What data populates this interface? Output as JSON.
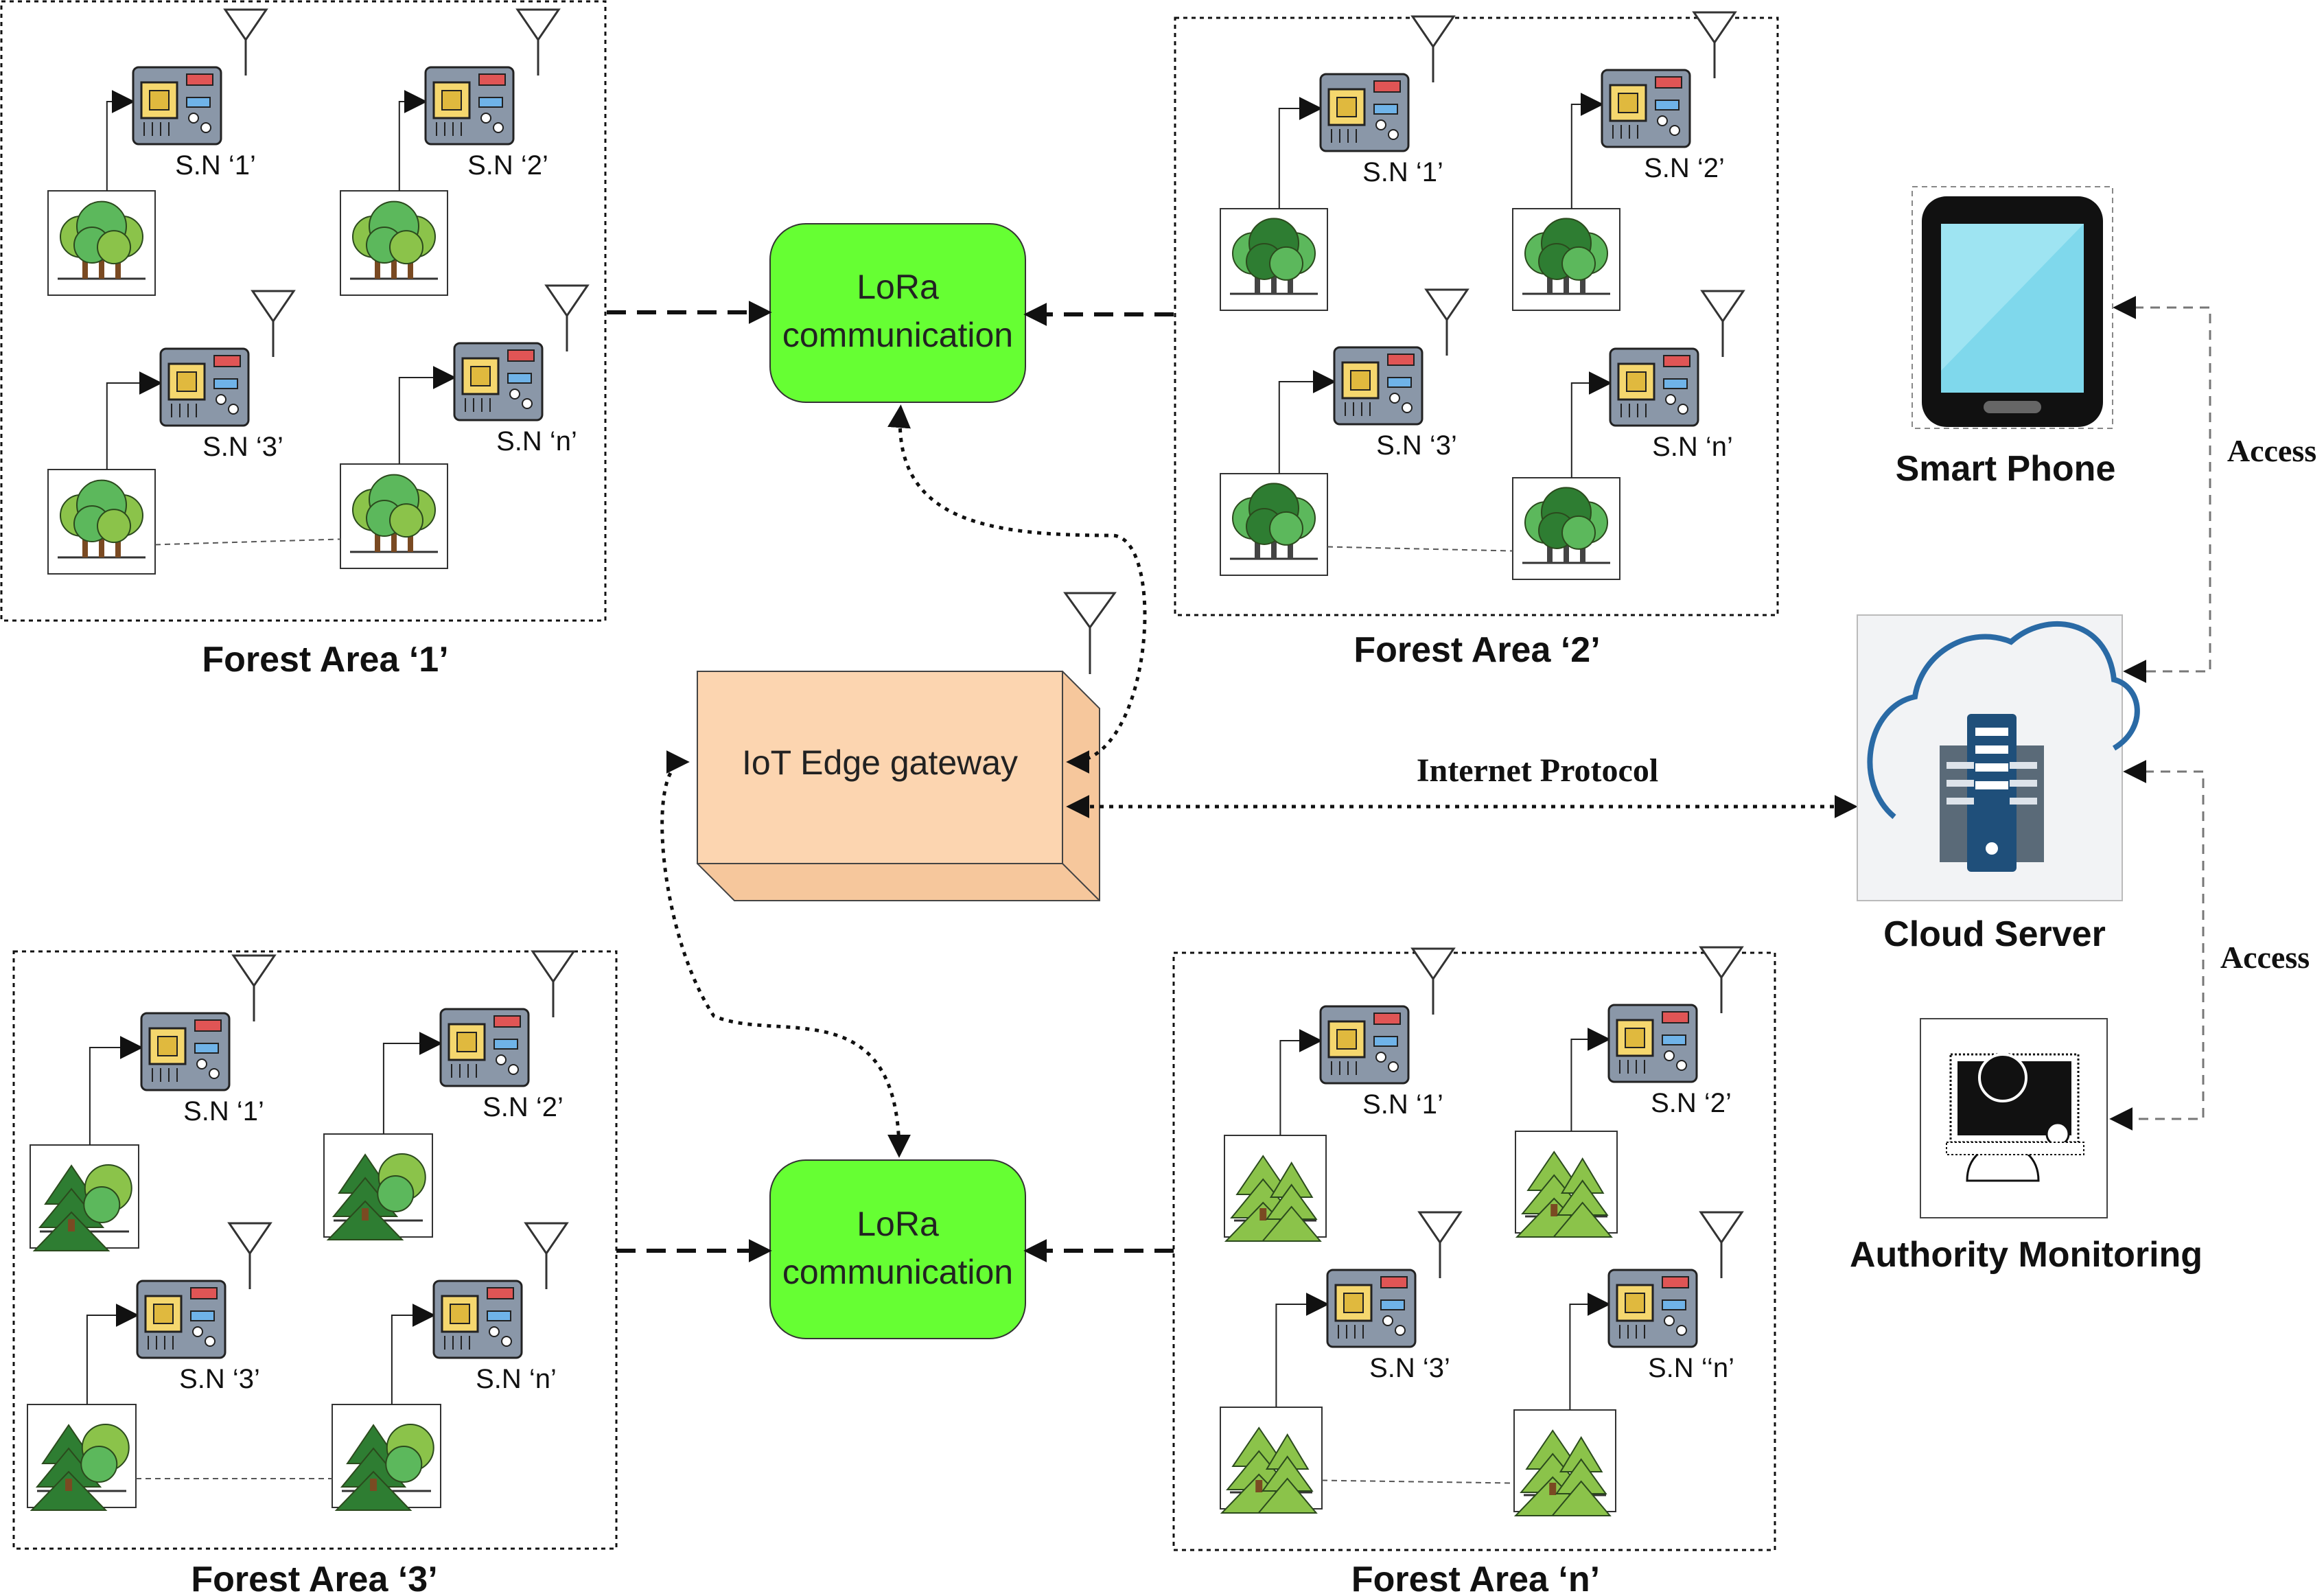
{
  "forest_areas": [
    {
      "label": "Forest Area ‘1’",
      "tree_kind": "deciduous",
      "nodes": [
        "S.N ‘1’",
        "S.N ‘2’",
        "S.N ‘3’",
        "S.N ‘n’"
      ]
    },
    {
      "label": "Forest Area ‘2’",
      "tree_kind": "deciduous-thin",
      "nodes": [
        "S.N ‘1’",
        "S.N ‘2’",
        "S.N ‘3’",
        "S.N ‘n’"
      ]
    },
    {
      "label": "Forest Area ‘3’",
      "tree_kind": "pine-bush",
      "nodes": [
        "S.N ‘1’",
        "S.N ‘2’",
        "S.N ‘3’",
        "S.N ‘n’"
      ]
    },
    {
      "label": "Forest Area ‘n’",
      "tree_kind": "pine-light",
      "nodes": [
        "S.N ‘1’",
        "S.N ‘2’",
        "S.N ‘3’",
        "S.N ‘‘n’"
      ]
    }
  ],
  "lora_top": {
    "line1": "LoRa",
    "line2": "communication"
  },
  "lora_bottom": {
    "line1": "LoRa",
    "line2": "communication"
  },
  "gateway": {
    "label": "IoT Edge gateway"
  },
  "internet_protocol": "Internet Protocol",
  "cloud_server": "Cloud Server",
  "smart_phone": "Smart Phone",
  "authority_monitoring": "Authority Monitoring",
  "access_top": "Access",
  "access_bottom": "Access",
  "colors": {
    "lora_fill": "#66ff33",
    "gateway_fill": "#fcd5b0",
    "tree_dark": "#2e7d32",
    "tree_mid": "#5cb85c",
    "tree_light": "#8bc34a",
    "board": "#8a97a8",
    "chip": "#f5d76e",
    "cloud_stroke": "#2a6aa5",
    "server": "#1f4f7a",
    "phone_screen": "#7fd8ec"
  },
  "icons": [
    "sensor-board-icon",
    "antenna-icon",
    "tree-icon",
    "smartphone-icon",
    "cloud-server-icon",
    "monitoring-person-icon"
  ]
}
